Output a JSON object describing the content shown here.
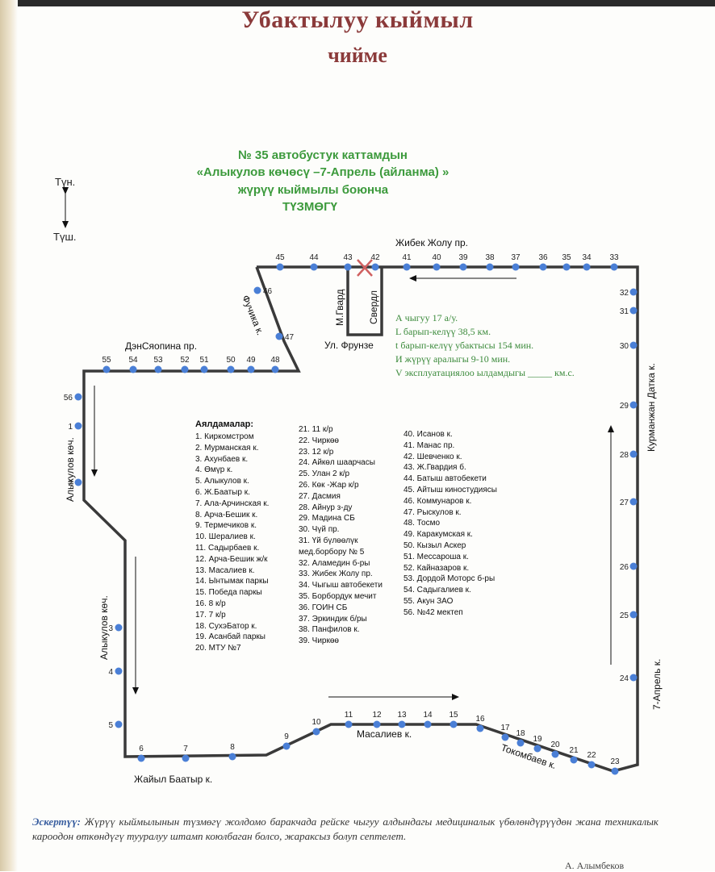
{
  "header": {
    "title_line1": "Убактылуу кыймыл",
    "title_line2": "чийме",
    "sub_line1": "№ 35 автобустук каттамдын",
    "sub_line2": "«Алыкулов көчөсү –7-Апрель (айланма) »",
    "sub_line3": "жүрүү кыймылы боюнча",
    "sub_line4": "ТҮЗМӨГҮ"
  },
  "compass": {
    "north": "Түн.",
    "south": "Түш."
  },
  "streets": {
    "zhibek": "Жибек Жолу пр.",
    "densyaopin": "ДэнСяопина пр.",
    "fuchik": "Фучика к.",
    "mgvard": "М.Гвард",
    "sverdl": "Свердл",
    "frunze": "Ул. Фрунзе",
    "alykulov_top": "Алыкулов көч.",
    "alykulov_bottom": "Алыкулов көч.",
    "kurmanjan": "Курманжан Датка к.",
    "aprel": "7-Апрель к.",
    "masaliev": "Масалиев к.",
    "tokombaev": "Токомбаев к.",
    "zhayil": "Жайыл Баатыр к."
  },
  "route_info": {
    "line1": "А чыгуу  17  а/у.",
    "line2": "L барып-келүү   38,5  км.",
    "line3": "t барып-келүү убактысы  154 мин.",
    "line4": "И жүрүү аралыгы 9-10  мин.",
    "line5": "V эксплуатациялоо ылдамдыгы _____ км.с."
  },
  "stops_title": "Аялдамалар:",
  "stops_col1": [
    "1. Киркомстром",
    "2. Мурманская к.",
    "3. Ахунбаев к.",
    "4. Өмүр к.",
    "5. Алыкулов к.",
    "6. Ж.Баатыр к.",
    "7. Ала-Арчинская к.",
    "8. Арча-Бешик к.",
    "9. Термечиков к.",
    "10. Шералиев к.",
    "11. Садырбаев к.",
    "12. Арча-Бешик ж/к",
    "13. Масалиев к.",
    "14. Ынтымак паркы",
    "15. Победа паркы",
    "16. 8 к/р",
    "17. 7 к/р",
    "18. СухэБатор к.",
    "19. Асанбай паркы",
    "20. МТУ №7"
  ],
  "stops_col2": [
    "21. 11 к/р",
    "22. Чиркөө",
    "23. 12 к/р",
    "24. Айкөл шаарчасы",
    "25. Улан 2 к/р",
    "26. Көк -Жар к/р",
    "27. Дасмия",
    "28. Айнур з-ду",
    "29. Мадина СБ",
    "30. Чүй пр.",
    "31. Үй бүлөөлүк",
    "мед.борбору № 5",
    "32. Аламедин б-ры",
    "33. Жибек Жолу пр.",
    "34. Чыгыш автобекети",
    "35. Борбордук мечит",
    "36. ГОИН СБ",
    "37. Эркиндик б/ры",
    "38. Панфилов к.",
    "39. Чиркөө"
  ],
  "stops_col3": [
    "40. Исанов к.",
    "41. Манас пр.",
    "42. Шевченко к.",
    "43. Ж.Гвардия б.",
    "44.  Батыш автобекети",
    "45. Айтыш киностудиясы",
    "46. Коммунаров к.",
    "47. Рыскулов к.",
    "48. Тосмо",
    "49. Каракумская к.",
    "50. Кызыл Аскер",
    "51. Мессароша к.",
    "52. Кайназаров к.",
    "53. Дордой Моторс б-ры",
    "54. Садыгалиев к.",
    "55. Акун ЗАО",
    "56. №42 мектеп"
  ],
  "map_stops": [
    {
      "n": "1"
    },
    {
      "n": "2"
    },
    {
      "n": "3"
    },
    {
      "n": "4"
    },
    {
      "n": "5"
    },
    {
      "n": "6"
    },
    {
      "n": "7"
    },
    {
      "n": "8"
    },
    {
      "n": "9"
    },
    {
      "n": "10"
    },
    {
      "n": "11"
    },
    {
      "n": "12"
    },
    {
      "n": "13"
    },
    {
      "n": "14"
    },
    {
      "n": "15"
    },
    {
      "n": "16"
    },
    {
      "n": "17"
    },
    {
      "n": "18"
    },
    {
      "n": "19"
    },
    {
      "n": "20"
    },
    {
      "n": "21"
    },
    {
      "n": "22"
    },
    {
      "n": "23"
    },
    {
      "n": "24"
    },
    {
      "n": "25"
    },
    {
      "n": "26"
    },
    {
      "n": "27"
    },
    {
      "n": "28"
    },
    {
      "n": "29"
    },
    {
      "n": "30"
    },
    {
      "n": "31"
    },
    {
      "n": "32"
    },
    {
      "n": "33"
    },
    {
      "n": "34"
    },
    {
      "n": "35"
    },
    {
      "n": "36"
    },
    {
      "n": "37"
    },
    {
      "n": "38"
    },
    {
      "n": "39"
    },
    {
      "n": "40"
    },
    {
      "n": "41"
    },
    {
      "n": "42"
    },
    {
      "n": "43"
    },
    {
      "n": "44"
    },
    {
      "n": "45"
    },
    {
      "n": "46"
    },
    {
      "n": "47"
    },
    {
      "n": "48"
    },
    {
      "n": "49"
    },
    {
      "n": "50"
    },
    {
      "n": "51"
    },
    {
      "n": "52"
    },
    {
      "n": "53"
    },
    {
      "n": "54"
    },
    {
      "n": "55"
    },
    {
      "n": "56"
    }
  ],
  "note": {
    "label": "Эскертүү:",
    "text": "Жүрүү кыймылынын түзмөгү жолдомо баракчада рейске чыгуу алдындагы медициналык үбөлөндүрүүдөн жана техникалык кароодон өткөндүгү тууралуу штамп коюлбаган болсо, жараксыз болуп септелет."
  },
  "signature_right": "А. Алымбеков",
  "colors": {
    "title": "#8b3a3a",
    "green": "#3c9a3c",
    "stop": "#4a7fd6",
    "route": "#333333"
  }
}
